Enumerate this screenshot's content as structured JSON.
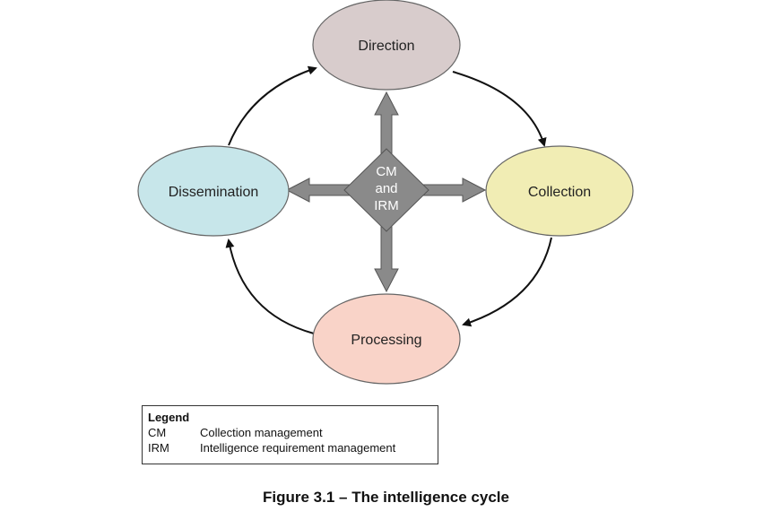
{
  "nodes": {
    "direction": "Direction",
    "collection": "Collection",
    "processing": "Processing",
    "dissemination": "Dissemination"
  },
  "hub": {
    "line1": "CM",
    "line2": "and",
    "line3": "IRM"
  },
  "legend": {
    "title": "Legend",
    "items": [
      {
        "abbr": "CM",
        "text": "Collection management"
      },
      {
        "abbr": "IRM",
        "text": "Intelligence requirement management"
      }
    ]
  },
  "caption": "Figure 3.1 – The intelligence cycle",
  "colors": {
    "direction": "#d8cccc",
    "collection": "#f1edb4",
    "processing": "#f9d3c8",
    "dissemination": "#c7e6ea",
    "hub": "#8a8a8a"
  }
}
